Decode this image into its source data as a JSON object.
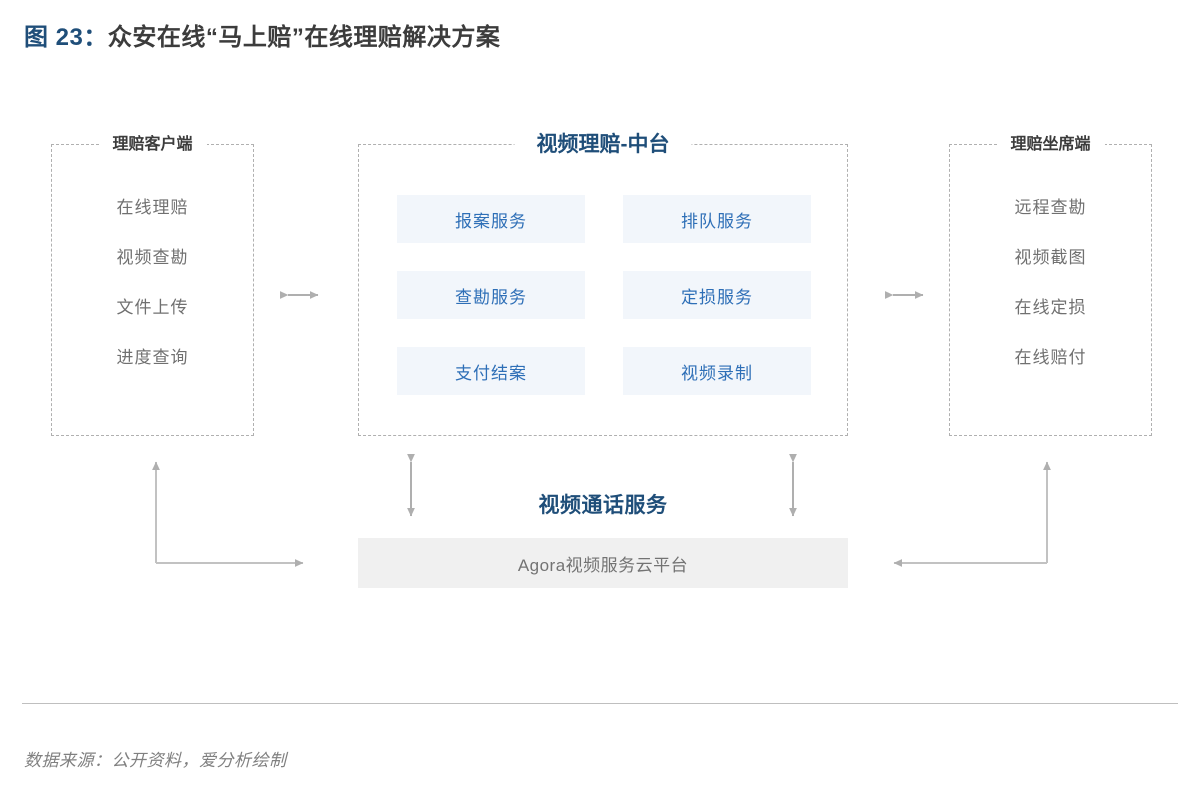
{
  "title": {
    "number": "图 23：",
    "text": "众安在线“马上赔”在线理赔解决方案"
  },
  "colors": {
    "accent_navy": "#1F4E79",
    "tile_text_blue": "#2E6FB7",
    "tile_bg": "#F2F6FB",
    "agora_bg": "#F0F0F0",
    "dashed_border": "#B0B0B0",
    "arrow_gray": "#AFAFAF",
    "body_gray": "#707070"
  },
  "left_panel": {
    "title": "理赔客户端",
    "items": [
      {
        "label": "在线理赔"
      },
      {
        "label": "视频查勘"
      },
      {
        "label": "文件上传"
      },
      {
        "label": "进度查询"
      }
    ]
  },
  "middle_panel": {
    "title": "视频理赔-中台",
    "tiles": [
      {
        "label": "报案服务"
      },
      {
        "label": "排队服务"
      },
      {
        "label": "查勘服务"
      },
      {
        "label": "定损服务"
      },
      {
        "label": "支付结案"
      },
      {
        "label": "视频录制"
      }
    ]
  },
  "right_panel": {
    "title": "理赔坐席端",
    "items": [
      {
        "label": "远程查勘"
      },
      {
        "label": "视频截图"
      },
      {
        "label": "在线定损"
      },
      {
        "label": "在线赔付"
      }
    ]
  },
  "bottom_section": {
    "title": "视频通话服务",
    "platform_label": "Agora视频服务云平台"
  },
  "connectors": [
    {
      "name": "left-to-middle",
      "type": "double-arrow-horizontal"
    },
    {
      "name": "middle-to-right",
      "type": "double-arrow-horizontal"
    },
    {
      "name": "middle-left-to-platform",
      "type": "double-arrow-vertical"
    },
    {
      "name": "middle-right-to-platform",
      "type": "double-arrow-vertical"
    },
    {
      "name": "platform-to-left-client",
      "type": "elbow-arrow"
    },
    {
      "name": "platform-to-right-agent",
      "type": "elbow-arrow"
    }
  ],
  "footer": {
    "source": "数据来源：公开资料，爱分析绘制"
  }
}
